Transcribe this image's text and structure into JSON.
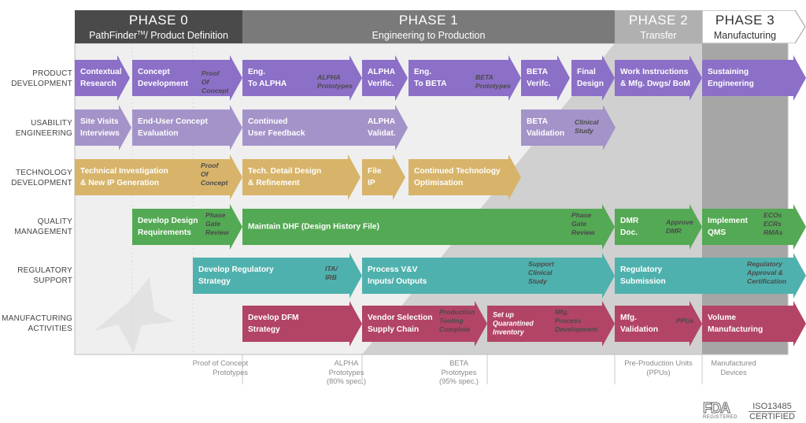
{
  "colors": {
    "product": "#8c6fc7",
    "usability": "#a493c9",
    "technology": "#d7b46a",
    "quality": "#54a954",
    "regulatory": "#4fb1ad",
    "manufacturing": "#b24466"
  },
  "phases": [
    {
      "title": "PHASE 0",
      "subtitle_main": "PathFinder",
      "subtitle_sup": "TM",
      "subtitle_rest": "/ Product Definition"
    },
    {
      "title": "PHASE 1",
      "subtitle": "Engineering to Production"
    },
    {
      "title": "PHASE 2",
      "subtitle": "Transfer"
    },
    {
      "title": "PHASE 3",
      "subtitle": "Manufacturing"
    }
  ],
  "rows": [
    {
      "label_1": "PRODUCT",
      "label_2": "DEVELOPMENT"
    },
    {
      "label_1": "USABILITY",
      "label_2": "ENGINEERING"
    },
    {
      "label_1": "TECHNOLOGY",
      "label_2": "DEVELOPMENT"
    },
    {
      "label_1": "QUALITY",
      "label_2": "MANAGEMENT"
    },
    {
      "label_1": "REGULATORY",
      "label_2": "SUPPORT"
    },
    {
      "label_1": "MANUFACTURING",
      "label_2": "ACTIVITIES"
    }
  ],
  "product": [
    {
      "l1": "Contextual",
      "l2": "Research"
    },
    {
      "l1": "Concept",
      "l2": "Development",
      "note": "Proof\nOf\nConcept"
    },
    {
      "l1": "Eng.",
      "l2": "To ALPHA",
      "note": "ALPHA\nPrototypes"
    },
    {
      "l1": "ALPHA",
      "l2": "Verific."
    },
    {
      "l1": "Eng.",
      "l2": "To BETA",
      "note": "BETA\nPrototypes"
    },
    {
      "l1": "BETA",
      "l2": "Verifc."
    },
    {
      "l1": "Final",
      "l2": "Design"
    },
    {
      "l1": "Work Instructions",
      "l2": "& Mfg. Dwgs/ BoM"
    },
    {
      "l1": "Sustaining",
      "l2": "Engineering"
    }
  ],
  "usability": [
    {
      "l1": "Site Visits",
      "l2": "Interviews"
    },
    {
      "l1": "End-User Concept",
      "l2": "Evaluation"
    },
    {
      "l1": "Continued",
      "l2": "User Feedback"
    },
    {
      "l1": "ALPHA",
      "l2": "Validat."
    },
    {
      "l1": "BETA",
      "l2": "Validation",
      "note": "Clinical\nStudy"
    }
  ],
  "technology": [
    {
      "l1": "Technical Investigation",
      "l2": "& New IP Generation",
      "note": "Proof\nOf\nConcept"
    },
    {
      "l1": "Tech. Detail Design",
      "l2": "& Refinement"
    },
    {
      "l1": "File",
      "l2": "IP"
    },
    {
      "l1": "Continued Technology",
      "l2": "Optimisation"
    }
  ],
  "quality": [
    {
      "l1": "Develop Design",
      "l2": "Requirements",
      "note": "Phase\nGate\nReview"
    },
    {
      "l1": "Maintain DHF (Design History File)",
      "l2": "",
      "note": "Phase\nGate\nReview"
    },
    {
      "l1": "DMR",
      "l2": "Doc.",
      "note": "Approve\nDMR"
    },
    {
      "l1": "Implement",
      "l2": "QMS",
      "note": "ECOs\nECRs\nRMAs"
    }
  ],
  "regulatory": [
    {
      "l1": "Develop Regulatory",
      "l2": "Strategy",
      "note": "ITA/\nIRB"
    },
    {
      "l1": "Process V&V",
      "l2": "Inputs/ Outputs",
      "note": "Support\nClinical\nStudy"
    },
    {
      "l1": "Regulatory",
      "l2": "Submission",
      "note": "Regulatory\nApproval &\nCertification"
    }
  ],
  "manufacturing": [
    {
      "l1": "Develop DFM",
      "l2": "Strategy"
    },
    {
      "l1": "Vendor Selection",
      "l2": "Supply Chain",
      "note": "Production\nTooling\nComplete"
    },
    {
      "l1": "Set up",
      "l2": "Quarantined\nInventory",
      "note": "Mfg.\nProcess\nDevelopment",
      "small": true
    },
    {
      "l1": "Mfg.",
      "l2": "Validation",
      "note": "PPUs"
    },
    {
      "l1": "Volume",
      "l2": "Manufacturing"
    }
  ],
  "footer": [
    {
      "l1": "Proof of Concept",
      "l2": "Prototypes"
    },
    {
      "l1": "ALPHA",
      "l2": "Prototypes",
      "l3": "(80% spec.)"
    },
    {
      "l1": "BETA",
      "l2": "Prototypes",
      "l3": "(95% spec.)"
    },
    {
      "l1": "Pre-Production Units",
      "l2": "(PPUs)"
    },
    {
      "l1": "Manufactured",
      "l2": "Devices"
    }
  ],
  "logos": {
    "fda_1": "FDA",
    "fda_2": "REGISTERED",
    "iso_1": "ISO13485",
    "iso_2": "CERTIFIED"
  }
}
